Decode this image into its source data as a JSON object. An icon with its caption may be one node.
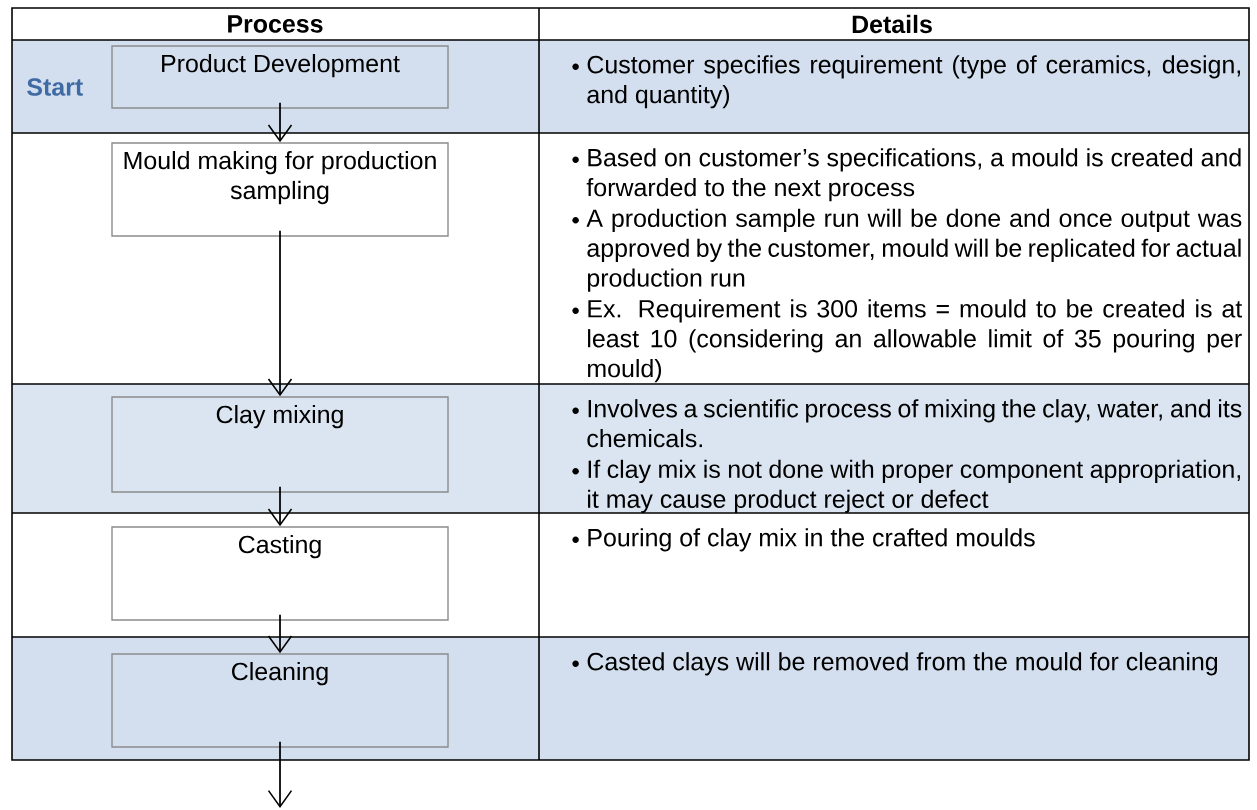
{
  "diagram": {
    "nodes": [
      {
        "text": [
          "Product Development"
        ],
        "beside": [
          "Start"
        ]
      },
      {
        "text": [
          "Mould making for production sampling"
        ]
      },
      {
        "text": [
          "Clay mixing"
        ]
      },
      {
        "text": [
          "Casting"
        ]
      },
      {
        "text": [
          "Cleaning"
        ]
      }
    ],
    "edges": [
      {
        "from": 0,
        "to": 1,
        "arrow": "to"
      },
      {
        "from": 1,
        "to": 2,
        "arrow": "to"
      },
      {
        "from": 2,
        "to": 3,
        "arrow": "to"
      },
      {
        "from": 3,
        "to": 4,
        "arrow": "to"
      },
      {
        "from": 4,
        "to": null,
        "arrow": "to"
      }
    ],
    "labels": [
      "Process",
      "Details",
      "Customer specifies requirement (type of ceramics, design, and quantity)",
      "Based on customer’s specifications, a mould is created and forwarded to the next process",
      "A production sample run will be done and once output was approved by the customer, mould will be replicated for actual production run",
      "Ex. Requirement is 300 items = mould to be created is at least 10 (considering an allowable limit of 35 pouring per mould)",
      "Involves a scientific process of mixing the clay, water, and its chemicals.",
      "If clay mix is not done with proper component appropriation, it may cause product reject or defect",
      "Pouring of clay mix in the crafted moulds",
      "Casted clays will be removed from the mould for cleaning"
    ]
  }
}
